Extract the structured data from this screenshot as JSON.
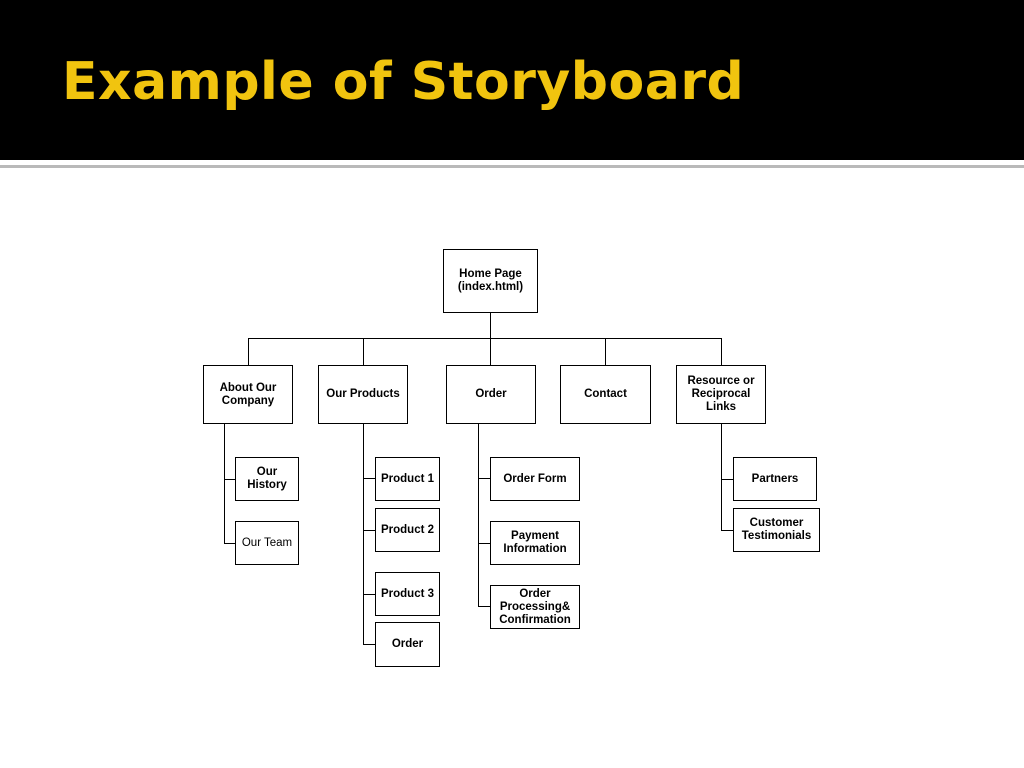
{
  "slide": {
    "title": "Example of Storyboard",
    "title_color": "#f1c40f",
    "header_color": "#000000"
  },
  "diagram": {
    "root": "Home Page\n(index.html)",
    "sections": [
      {
        "label": "About Our\nCompany",
        "children": [
          "Our\nHistory",
          "Our Team"
        ]
      },
      {
        "label": "Our Products",
        "children": [
          "Product 1",
          "Product 2",
          "Product 3",
          "Order"
        ]
      },
      {
        "label": "Order",
        "children": [
          "Order Form",
          "Payment\nInformation",
          "Order\nProcessing&\nConfirmation"
        ]
      },
      {
        "label": "Contact",
        "children": []
      },
      {
        "label": "Resource or\nReciprocal\nLinks",
        "children": [
          "Partners",
          "Customer\nTestimonials"
        ]
      }
    ]
  }
}
